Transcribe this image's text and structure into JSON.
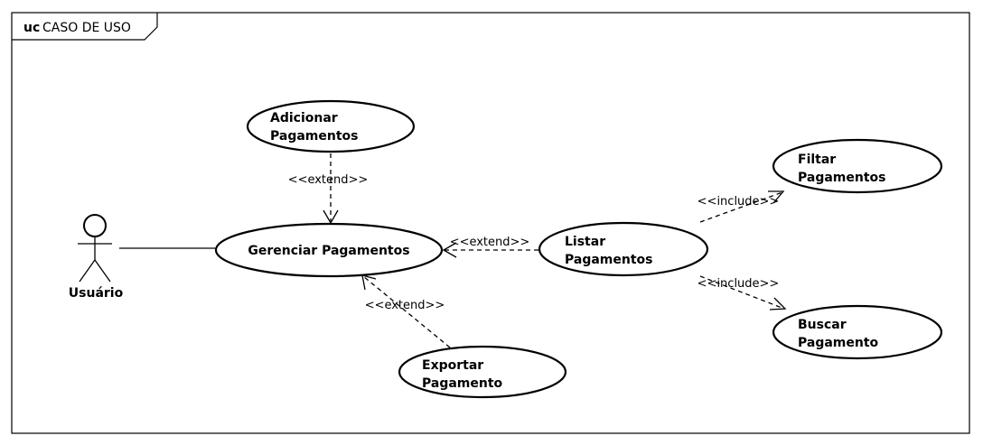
{
  "frame": {
    "keyword": "uc",
    "name": "CASO DE USO"
  },
  "actor": {
    "name": "Usuário"
  },
  "use_cases": {
    "gerenciar": [
      "Gerenciar Pagamentos"
    ],
    "adicionar": [
      "Adicionar",
      "Pagamentos"
    ],
    "exportar": [
      "Exportar",
      "Pagamento"
    ],
    "listar": [
      "Listar",
      "Pagamentos"
    ],
    "filtrar": [
      "Filtar",
      "Pagamentos"
    ],
    "buscar": [
      "Buscar",
      "Pagamento"
    ]
  },
  "relations": {
    "adicionar_extend": "<<extend>>",
    "listar_extend": "<<extend>>",
    "exportar_extend": "<<extend>>",
    "filtrar_include": "<<include>>",
    "buscar_include": "<<include>>"
  }
}
